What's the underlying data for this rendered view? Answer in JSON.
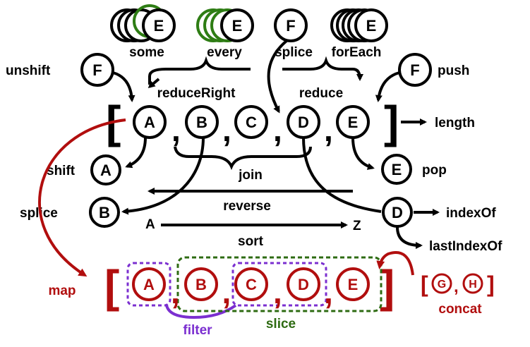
{
  "colors": {
    "black": "#000000",
    "green": "#2e7d14",
    "red": "#b10e0e",
    "purple": "#7b2fd0",
    "dark_green": "#2e6b12"
  },
  "top_methods": {
    "some": {
      "letter": "E",
      "label": "some"
    },
    "every": {
      "letter": "E",
      "label": "every"
    },
    "splice": {
      "letter": "F",
      "label": "splice"
    },
    "forEach": {
      "letter": "E",
      "label": "forEach"
    }
  },
  "side_methods": {
    "unshift": {
      "letter": "F",
      "label": "unshift"
    },
    "push": {
      "letter": "F",
      "label": "push"
    },
    "reduceRight": "reduceRight",
    "reduce": "reduce"
  },
  "array": {
    "items": [
      "A",
      "B",
      "C",
      "D",
      "E"
    ],
    "comma": ",",
    "open": "[",
    "close": "]",
    "length_label": "length"
  },
  "lower_methods": {
    "shift": {
      "letter": "A",
      "label": "shift"
    },
    "pop": {
      "letter": "E",
      "label": "pop"
    },
    "join": "join",
    "reverse": "reverse",
    "splice": {
      "letter": "B",
      "label": "splice"
    },
    "sort": "sort",
    "sort_from": "A",
    "sort_to": "Z",
    "indexOf": {
      "letter": "D",
      "label": "indexOf"
    },
    "lastIndexOf": "lastIndexOf"
  },
  "result_array": {
    "items": [
      "A",
      "B",
      "C",
      "D",
      "E"
    ],
    "map_label": "map",
    "filter_label": "filter",
    "slice_label": "slice",
    "concat_items": [
      "G",
      "H"
    ],
    "concat_label": "concat"
  }
}
